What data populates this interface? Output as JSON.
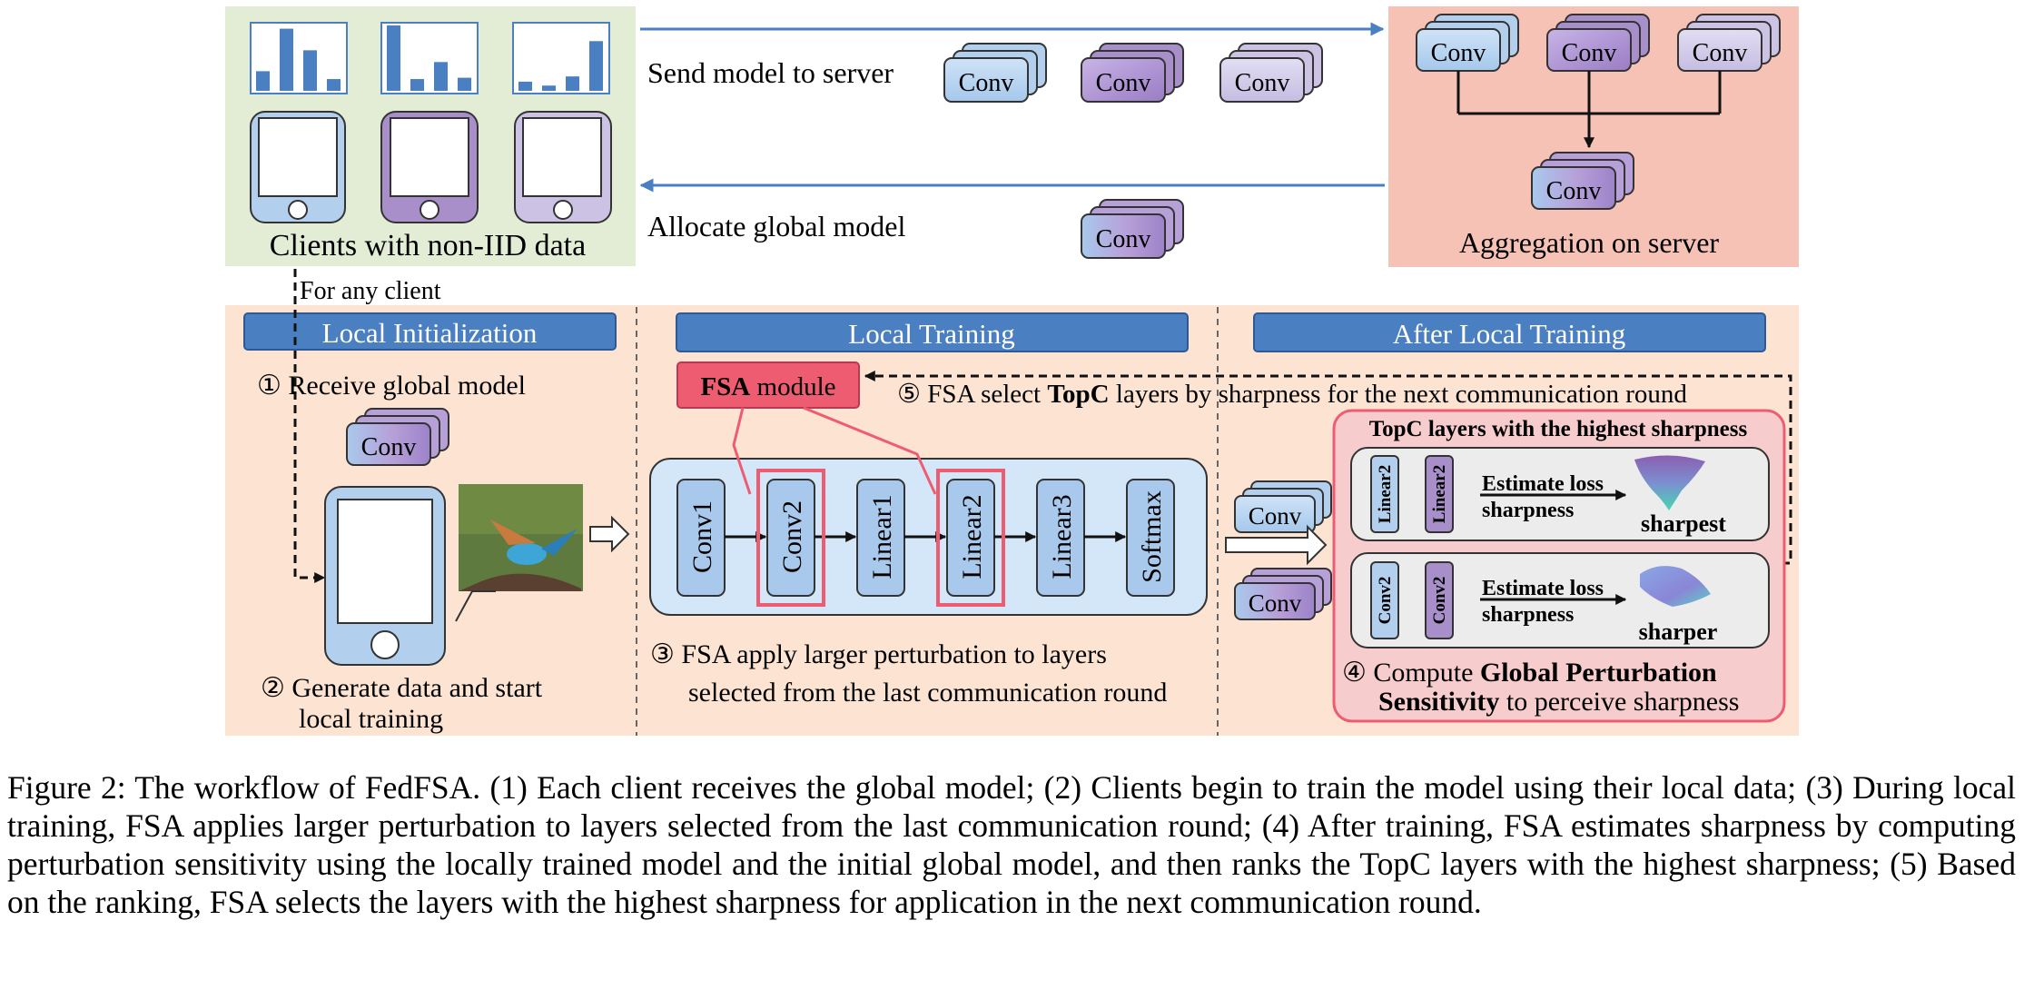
{
  "top": {
    "clients_label": "Clients with non-IID data",
    "send_label": "Send model to server",
    "allocate_label": "Allocate global model",
    "aggregation_label": "Aggregation on server",
    "for_any_client": "For any client",
    "conv": "Conv"
  },
  "sections": {
    "local_init": "Local Initialization",
    "local_training": "Local Training",
    "after_training": "After Local Training"
  },
  "steps": {
    "s1": "① Receive global model",
    "s2_line1": "② Generate data and start",
    "s2_line2": "local training",
    "s3_line1": "③ FSA apply larger perturbation to layers",
    "s3_line2": "selected from the last communication round",
    "s4_pre": "④ Compute ",
    "s4_bold1": "Global Perturbation",
    "s4_bold2": "Sensitivity",
    "s4_post": " to perceive sharpness",
    "s5_pre": "⑤ FSA select ",
    "s5_bold": "TopC",
    "s5_post": " layers by sharpness for the next communication round"
  },
  "fsa": {
    "bold": "FSA",
    "rest": " module"
  },
  "layers": [
    "Conv1",
    "Conv2",
    "Linear1",
    "Linear2",
    "Linear3",
    "Softmax"
  ],
  "topc": {
    "title": "TopC layers with the highest sharpness",
    "row1_layer": "Linear2",
    "row2_layer": "Conv2",
    "estimate1": "Estimate loss",
    "estimate2": "sharpness",
    "sharpest": "sharpest",
    "sharper": "sharper"
  },
  "histograms": [
    [
      30,
      95,
      62,
      18
    ],
    [
      100,
      18,
      44,
      20
    ],
    [
      14,
      8,
      22,
      76
    ]
  ],
  "colors": {
    "green_bg": "#e3edd6",
    "salmon_bg": "#f6c2b5",
    "peach_bg": "#fde3d1",
    "blue_header": "#4a7fc1",
    "blue_phone": "#b2d0ee",
    "purple_phone": "#a98fc9",
    "lavender_phone": "#ccc3e4",
    "fsa_red": "#ee5c72",
    "bar_blue": "#4a7fc1"
  },
  "caption": "Figure 2: The workflow of FedFSA. (1) Each client receives the global model; (2) Clients begin to train the model using their local data; (3) During local training, FSA applies larger perturbation to layers selected from the last communication round; (4) After training, FSA estimates sharpness by computing perturbation sensitivity using the locally trained model and the initial global model, and then ranks the TopC layers with the highest sharpness; (5) Based on the ranking, FSA selects the layers with the highest sharpness for application in the next communication round."
}
